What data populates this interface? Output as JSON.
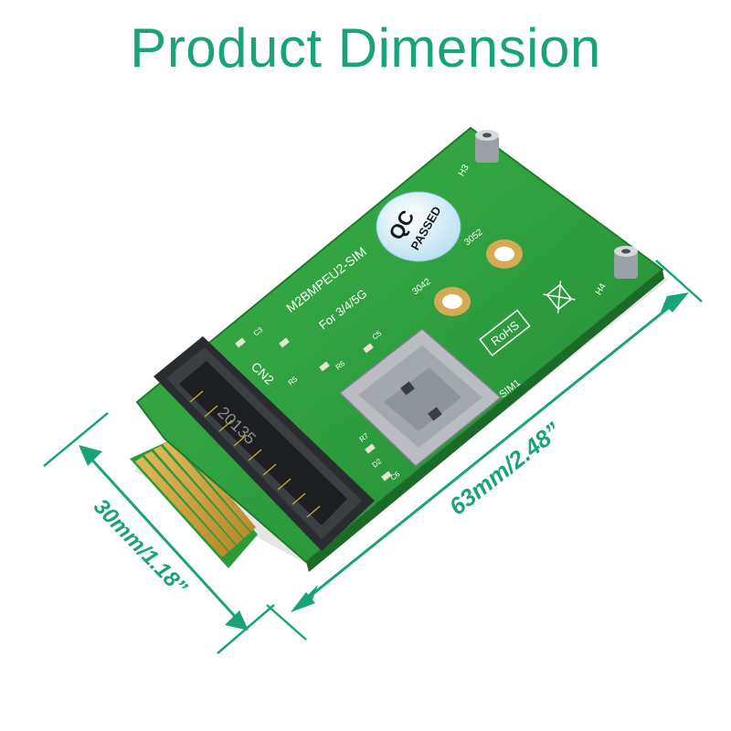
{
  "page": {
    "title": "Product Dimension"
  },
  "dimensions": {
    "length_label": "63mm/2.48”",
    "width_label": "30mm/1.18”"
  },
  "board": {
    "model": "M2BMPEU2-SIM",
    "subtitle": "For 3/4/5G",
    "slot_label": "CN2",
    "sim_label": "SIM1",
    "hole_3052": "3052",
    "hole_3042": "3042",
    "h3": "H3",
    "h4": "H4",
    "qc_top": "QC",
    "qc_bottom": "PASSED",
    "rohs": "RoHS",
    "slot_number": "20135",
    "c3": "C3",
    "c5": "C5",
    "c6": "C6",
    "r6": "R6",
    "r7": "R7",
    "d2": "D2",
    "r5": "R5",
    "colors": {
      "accent": "#1aa37a",
      "pcb": "#2fa640",
      "gold": "#c9a24a"
    }
  }
}
